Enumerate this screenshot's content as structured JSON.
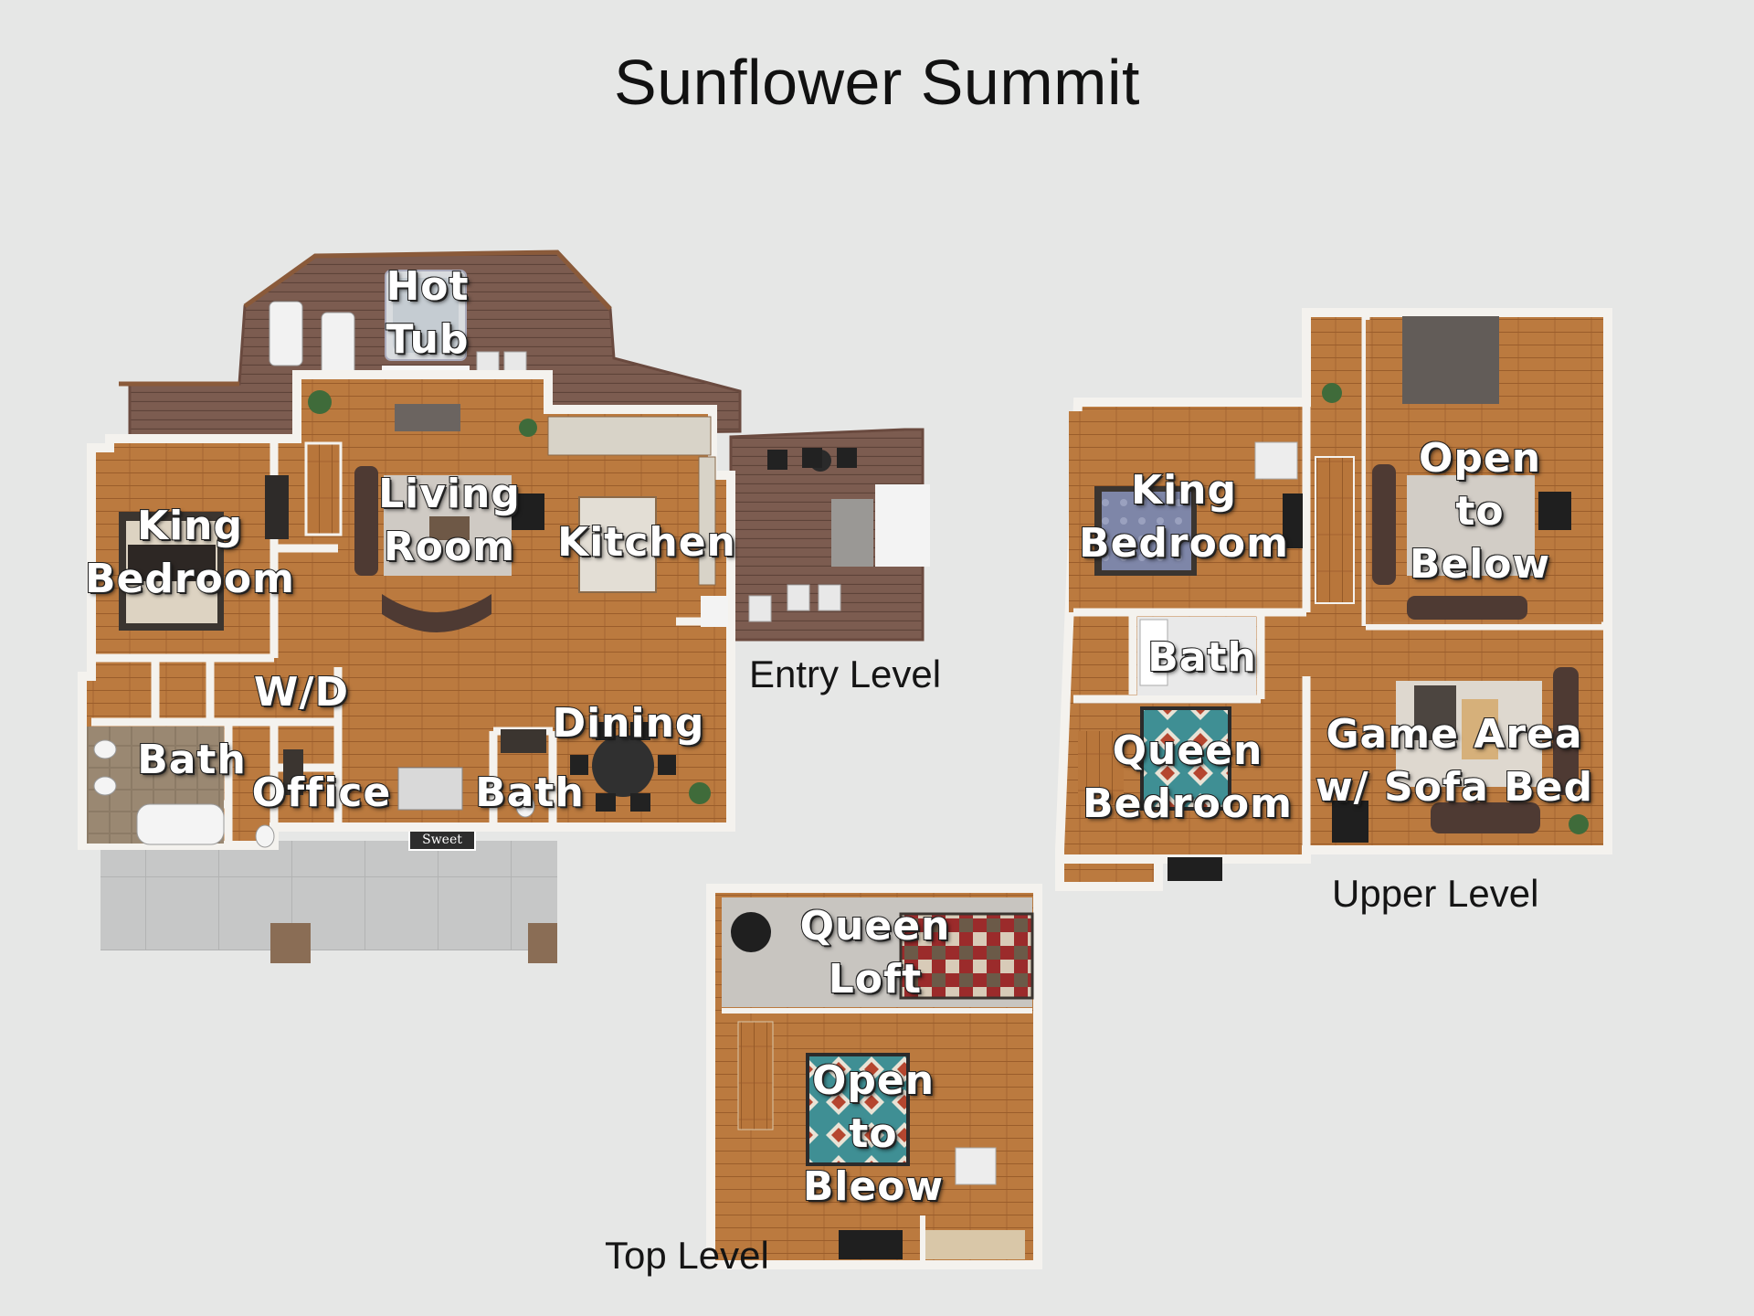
{
  "title": "Sunflower Summit",
  "levels": {
    "entry": "Entry Level",
    "upper": "Upper Level",
    "top": "Top Level"
  },
  "rooms": {
    "hot_tub": "Hot\nTub",
    "living_room": "Living\nRoom",
    "kitchen": "Kitchen",
    "king_bedroom_entry": "King\nBedroom",
    "wd": "W/D",
    "bath_entry_left": "Bath",
    "office": "Office",
    "bath_entry_center": "Bath",
    "dining": "Dining",
    "king_bedroom_upper": "King\nBedroom",
    "open_to_below_upper": "Open\nto\nBelow",
    "bath_upper": "Bath",
    "queen_bedroom": "Queen\nBedroom",
    "game_area": "Game Area\nw/ Sofa Bed",
    "queen_loft": "Queen\nLoft",
    "open_to_below_top": "Open\nto\nBleow"
  },
  "doormat_text": "Sweet",
  "colors": {
    "background": "#e6e7e6",
    "wood_floor": "#b9773d",
    "wood_floor_dark": "#9b5e2c",
    "deck": "#7a5a4e",
    "wall": "#f4f2ee",
    "carpet": "#c9c6c1",
    "patio": "#c4c5c5",
    "sofa": "#4e3a33",
    "bath_tile": "#8a7a68"
  }
}
